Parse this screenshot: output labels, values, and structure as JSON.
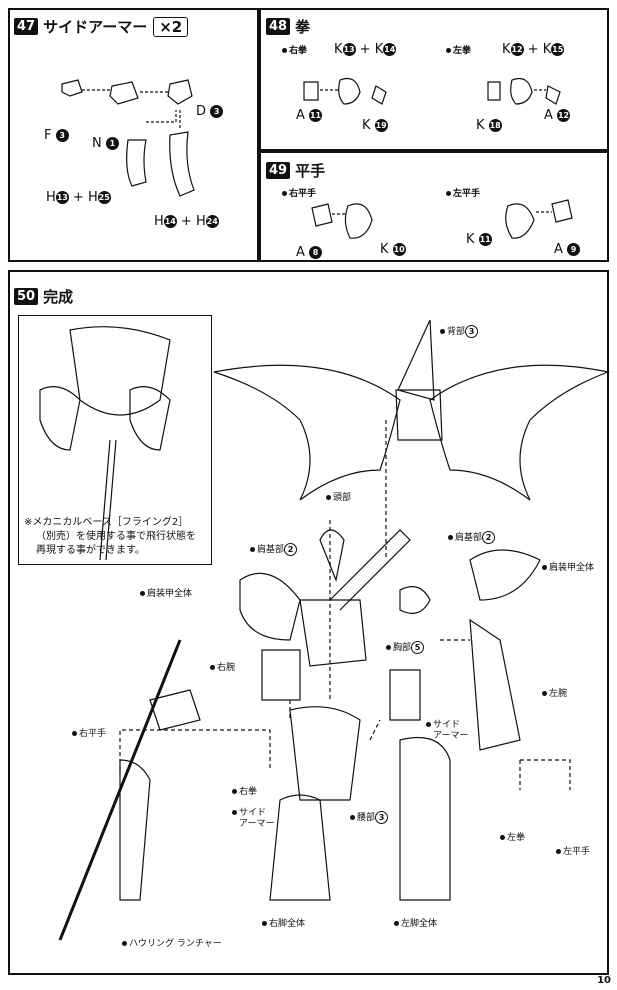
{
  "step47": {
    "number": "47",
    "title": "サイドアーマー",
    "count": "×2",
    "labels": {
      "f": "F",
      "f_no": "3",
      "n": "N",
      "n_no": "1",
      "d": "D",
      "d_no": "3",
      "h_left": "H",
      "h_left_a": "13",
      "plus": "+",
      "h_left_b": "H",
      "h_left_b_no": "25",
      "h_right": "H",
      "h_right_a": "14",
      "h_right_b": "H",
      "h_right_b_no": "24"
    }
  },
  "step48": {
    "number": "48",
    "title": "拳",
    "right_fist": "右拳",
    "left_fist": "左拳",
    "r_top_k1": "K",
    "r_top_k1_no": "13",
    "plus": "+",
    "r_top_k2": "K",
    "r_top_k2_no": "14",
    "r_a": "A",
    "r_a_no": "11",
    "r_k": "K",
    "r_k_no": "19",
    "l_top_k1": "K",
    "l_top_k1_no": "12",
    "l_top_k2": "K",
    "l_top_k2_no": "15",
    "l_k": "K",
    "l_k_no": "18",
    "l_a": "A",
    "l_a_no": "12"
  },
  "step49": {
    "number": "49",
    "title": "平手",
    "right_open": "右平手",
    "left_open": "左平手",
    "r_a": "A",
    "r_a_no": "8",
    "r_k": "K",
    "r_k_no": "10",
    "l_k": "K",
    "l_k_no": "11",
    "l_a": "A",
    "l_a_no": "9"
  },
  "step50": {
    "number": "50",
    "title": "完成",
    "note_lines": [
      "※メカニカルベース［フライング2］",
      "（別売）を使用する事で飛行状態を",
      "再現する事ができます。"
    ],
    "callouts": {
      "back": "背部",
      "back_no": "3",
      "head": "頭部",
      "shoulder_base_r": "肩基部",
      "shoulder_base_r_no": "2",
      "shoulder_base_l": "肩基部",
      "shoulder_base_l_no": "2",
      "shoulder_armor_r": "肩装甲全体",
      "shoulder_armor_l": "肩装甲全体",
      "right_arm": "右腕",
      "left_arm": "左腕",
      "chest": "胸部",
      "chest_no": "5",
      "side_armor_1a": "サイド",
      "side_armor_1b": "アーマー",
      "side_armor_2a": "サイド",
      "side_armor_2b": "アーマー",
      "right_open": "右平手",
      "right_fist": "右拳",
      "waist": "腰部",
      "waist_no": "3",
      "left_fist": "左拳",
      "left_open": "左平手",
      "right_leg": "右脚全体",
      "left_leg": "左脚全体",
      "launcher": "ハウリング ランチャー"
    }
  },
  "page_number": "10"
}
